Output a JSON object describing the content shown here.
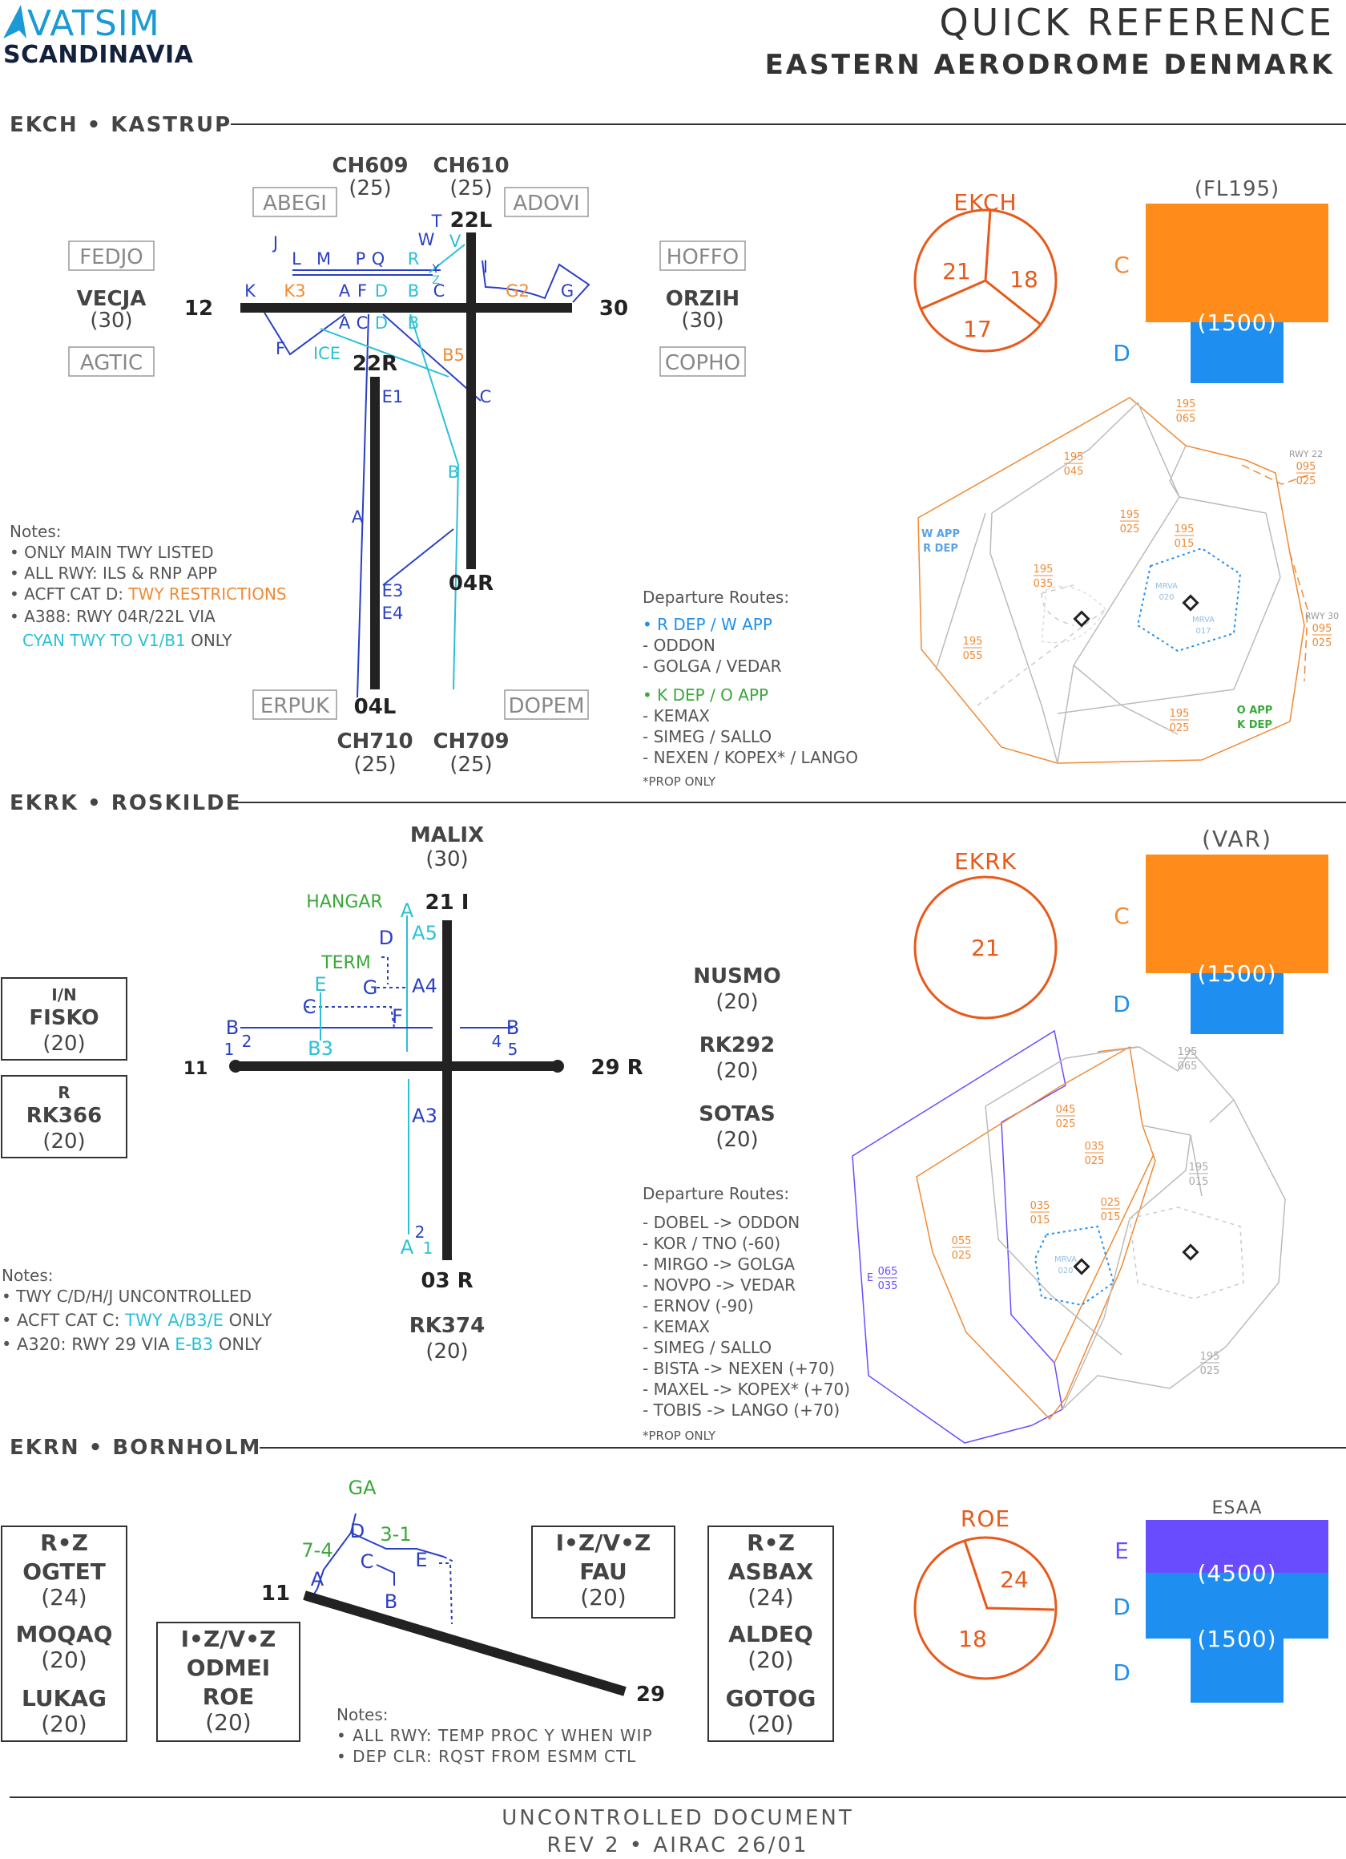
{
  "header": {
    "logo_line1": "VATSIM",
    "logo_line2": "SCANDINAVIA",
    "title": "QUICK REFERENCE",
    "subtitle": "EASTERN AERODROME DENMARK"
  },
  "colors": {
    "ink": "#333333",
    "logo": "#1a9ad6",
    "orange": "#e8591a",
    "orange_light": "#f08a34",
    "blue_dark": "#2a3fc4",
    "cyan": "#2bc0d6",
    "green": "#3aa83a",
    "block_orange": "#ff8c1a",
    "block_blue": "#1e8ff0",
    "block_purple": "#6a4cff",
    "gray": "#aaaaaa"
  },
  "ekch": {
    "section_title": "EKCH • KASTRUP",
    "fixes": {
      "ch609": "CH609",
      "ch609_alt": "(25)",
      "ch610": "CH610",
      "ch610_alt": "(25)",
      "abegi": "ABEGI",
      "adovi": "ADOVI",
      "fedjo": "FEDJO",
      "hoffo": "HOFFO",
      "vecja": "VECJA",
      "vecja_alt": "(30)",
      "orzih": "ORZIH",
      "orzih_alt": "(30)",
      "agtic": "AGTIC",
      "copho": "COPHO",
      "erpuk": "ERPUK",
      "dopem": "DOPEM",
      "ch710": "CH710",
      "ch710_alt": "(25)",
      "ch709": "CH709",
      "ch709_alt": "(25)"
    },
    "runways": {
      "r22l": "22L",
      "r04r": "04R",
      "r22r": "22R",
      "r04l": "04L",
      "r12": "12",
      "r30": "30"
    },
    "taxiways": {
      "J": "J",
      "L": "L",
      "M": "M",
      "P": "P",
      "Q": "Q",
      "R": "R",
      "W": "W",
      "T": "T",
      "V": "V",
      "Y": "Y",
      "Z": "Z",
      "I": "I",
      "K": "K",
      "K3": "K3",
      "A": "A",
      "F": "F",
      "D": "D",
      "B": "B",
      "G2": "G2",
      "G": "G",
      "C": "C",
      "ICE": "ICE",
      "B5": "B5",
      "E1": "E1",
      "E3": "E3",
      "E4": "E4"
    },
    "notes": {
      "heading": "Notes:",
      "n1": "• ONLY MAIN TWY LISTED",
      "n2": "• ALL RWY: ILS & RNP APP",
      "n3_prefix": "• ACFT CAT D: ",
      "n3_highlight": "TWY RESTRICTIONS",
      "n4": "• A388: RWY 04R/22L VIA",
      "n5_highlight": "CYAN TWY TO V1/B1",
      "n5_suffix": " ONLY"
    },
    "departures": {
      "heading": "Departure Routes:",
      "group1": "• R DEP / W APP",
      "g1_items": [
        "- ODDON",
        "- GOLGA / VEDAR"
      ],
      "group2": "• K DEP / O APP",
      "g2_items": [
        "- KEMAX",
        "- SIMEG / SALLO",
        "- NEXEN / KOPEX* / LANGO"
      ],
      "footnote": "*PROP ONLY"
    },
    "airspace": {
      "name": "EKCH",
      "circle_values": [
        "21",
        "18",
        "17"
      ],
      "top": "(FL195)",
      "class_c": "C",
      "class_d": "D",
      "divider": "(1500)"
    },
    "map_labels": {
      "l195_065": [
        "195",
        "065"
      ],
      "l195_045": [
        "195",
        "045"
      ],
      "l195_025a": [
        "195",
        "025"
      ],
      "l195_015": [
        "195",
        "015"
      ],
      "l195_035": [
        "195",
        "035"
      ],
      "l195_055": [
        "195",
        "055"
      ],
      "l195_025b": [
        "195",
        "025"
      ],
      "rwy22": [
        "RWY 22",
        "095",
        "025"
      ],
      "rwy30": [
        "RWY 30",
        "095",
        "025"
      ],
      "wapp": [
        "W APP",
        "R DEP"
      ],
      "oapp": [
        "O APP",
        "K DEP"
      ],
      "mrva1": [
        "MRVA",
        "020"
      ],
      "mrva2": [
        "MRVA",
        "017"
      ]
    }
  },
  "ekrk": {
    "section_title": "EKRK • ROSKILDE",
    "fixes": {
      "malix": "MALIX",
      "malix_alt": "(30)",
      "fisko_tag": "I/N",
      "fisko": "FISKO",
      "fisko_alt": "(20)",
      "rk366_tag": "R",
      "rk366": "RK366",
      "rk366_alt": "(20)",
      "nusmo": "NUSMO",
      "nusmo_alt": "(20)",
      "rk292": "RK292",
      "rk292_alt": "(20)",
      "sotas": "SOTAS",
      "sotas_alt": "(20)",
      "rk374": "RK374",
      "rk374_alt": "(20)"
    },
    "runways": {
      "r21": "21 I",
      "r29": "29 R",
      "r11": "11",
      "r03": "03 R"
    },
    "taxiways": {
      "hangar": "HANGAR",
      "term": "TERM",
      "A": "A",
      "A5": "A5",
      "D": "D",
      "A4": "A4",
      "E": "E",
      "G": "G",
      "C": "C",
      "F": "F",
      "B": "B",
      "n1": "1",
      "n2": "2",
      "B3": "B3",
      "B_right": "B",
      "n4": "4",
      "n5": "5",
      "A3": "A3",
      "A_low": "A",
      "n2_low": "2",
      "n1_low": "1"
    },
    "notes": {
      "heading": "Notes:",
      "n1": "• TWY C/D/H/J UNCONTROLLED",
      "n2_prefix": "• ACFT CAT C: ",
      "n2_highlight": "TWY A/B3/E",
      "n2_suffix": " ONLY",
      "n3_prefix": "• A320: RWY 29 VIA ",
      "n3_highlight": "E-B3",
      "n3_suffix": " ONLY"
    },
    "departures": {
      "heading": "Departure Routes:",
      "items": [
        "- DOBEL -> ODDON",
        "- KOR / TNO (-60)",
        "- MIRGO -> GOLGA",
        "- NOVPO -> VEDAR",
        "- ERNOV (-90)",
        "- KEMAX",
        "- SIMEG / SALLO",
        "- BISTA -> NEXEN (+70)",
        "- MAXEL -> KOPEX* (+70)",
        "- TOBIS -> LANGO (+70)"
      ],
      "footnote": "*PROP ONLY"
    },
    "airspace": {
      "name": "EKRK",
      "circle_value": "21",
      "top": "(VAR)",
      "class_c": "C",
      "class_d": "D",
      "divider": "(1500)"
    },
    "map_labels": {
      "l195_065": [
        "195",
        "065"
      ],
      "l045_025": [
        "045",
        "025"
      ],
      "l035_025": [
        "035",
        "025"
      ],
      "l195_015": [
        "195",
        "015"
      ],
      "l035_015": [
        "035",
        "015"
      ],
      "l025_015": [
        "025",
        "015"
      ],
      "l055_025": [
        "055",
        "025"
      ],
      "e065": [
        "E",
        "065",
        "035"
      ],
      "mrva": [
        "MRVA",
        "020"
      ],
      "l195_025": [
        "195",
        "025"
      ]
    }
  },
  "ekrn": {
    "section_title": "EKRN • BORNHOLM",
    "box1": {
      "tag": "R•Z",
      "f1": "OGTET",
      "a1": "(24)",
      "f2": "MOQAQ",
      "a2": "(20)",
      "f3": "LUKAG",
      "a3": "(20)"
    },
    "box2": {
      "tag": "I•Z/V•Z",
      "f1": "ODMEI",
      "f2": "ROE",
      "a2": "(20)"
    },
    "box3": {
      "tag": "I•Z/V•Z",
      "f1": "FAU",
      "a1": "(20)"
    },
    "box4": {
      "tag": "R•Z",
      "f1": "ASBAX",
      "a1": "(24)",
      "f2": "ALDEQ",
      "a2": "(20)",
      "f3": "GOTOG",
      "a3": "(20)"
    },
    "runways": {
      "r11": "11",
      "r29": "29"
    },
    "taxiways": {
      "GA": "GA",
      "D": "D",
      "n3_1": "3-1",
      "n7_4": "7-4",
      "C": "C",
      "E": "E",
      "A": "A",
      "B": "B"
    },
    "notes": {
      "heading": "Notes:",
      "n1": "• ALL RWY: TEMP PROC Y WHEN WIP",
      "n2": "• DEP CLR: RQST FROM ESMM CTL"
    },
    "airspace": {
      "name": "ROE",
      "circle_values": [
        "24",
        "18"
      ],
      "top": "ESAA",
      "class_e": "E",
      "class_d1": "D",
      "class_d2": "D",
      "div1": "(4500)",
      "div2": "(1500)"
    }
  },
  "footer": {
    "line1": "UNCONTROLLED DOCUMENT",
    "line2": "REV 2 • AIRAC 26/01"
  }
}
